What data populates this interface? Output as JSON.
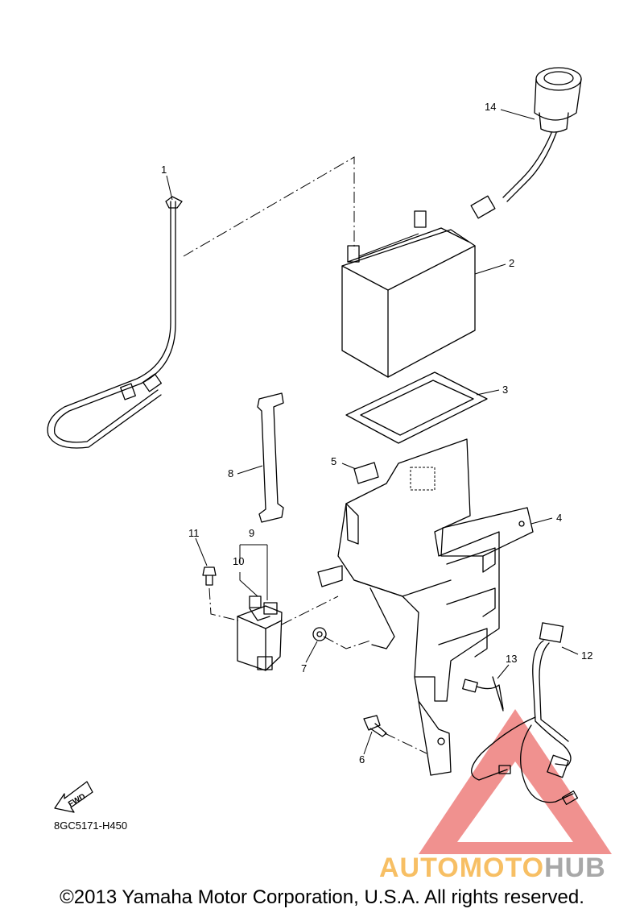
{
  "callouts": {
    "c1": "1",
    "c2": "2",
    "c3": "3",
    "c4": "4",
    "c5": "5",
    "c6": "6",
    "c7": "7",
    "c8": "8",
    "c9": "9",
    "c10": "10",
    "c11": "11",
    "c12": "12",
    "c13": "13",
    "c14": "14"
  },
  "fwd_label": "FWD",
  "drawing_code": "8GC5171-H450",
  "watermark": {
    "part_a": "AUTOMOTO",
    "part_b": "HUB",
    "color_a": "#f6b44a",
    "color_b": "#9a9a9a",
    "triangle_color": "#e53935"
  },
  "copyright": "©2013 Yamaha Motor Corporation, U.S.A. All rights reserved."
}
